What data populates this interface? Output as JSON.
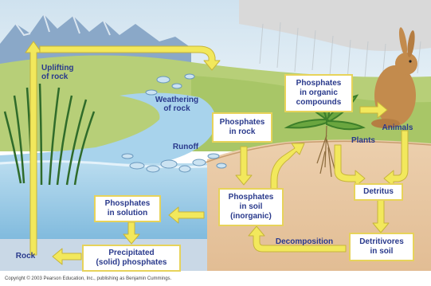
{
  "labels": {
    "uplifting": "Uplifting\nof rock",
    "weathering": "Weathering\nof rock",
    "runoff": "Runoff",
    "animals": "Animals",
    "plants": "Plants",
    "rock": "Rock",
    "decomposition": "Decomposition"
  },
  "boxes": {
    "phosphates_rock": "Phosphates\nin rock",
    "phosphates_organic": "Phosphates\nin organic\ncompounds",
    "phosphates_solution": "Phosphates\nin solution",
    "phosphates_soil": "Phosphates\nin soil\n(inorganic)",
    "precipitated": "Precipitated\n(solid) phosphates",
    "detritus": "Detritus",
    "detritivores": "Detritivores\nin soil"
  },
  "copyright": "Copyright © 2003 Pearson Education, Inc., publishing as Benjamin Cummings.",
  "colors": {
    "arrow": "#f2e85c",
    "arrow_outline": "#c7b53a",
    "box_border": "#e7d35a",
    "text": "#2a3a8c",
    "water": "#8fc6e6",
    "soil": "#e8c9a5",
    "mountains": "#8aa8c8",
    "sky": "#dbe9f3"
  }
}
